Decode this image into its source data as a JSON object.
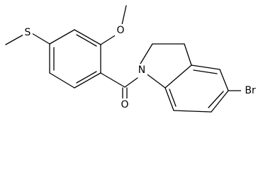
{
  "molecule": {
    "atoms": {
      "sulfur": "S",
      "methoxy_oxygen": "O",
      "carbonyl_oxygen": "O",
      "nitrogen": "N",
      "bromine": "Br"
    },
    "colors": {
      "bond": "#000000",
      "label": "#000000",
      "background": "#ffffff"
    }
  }
}
